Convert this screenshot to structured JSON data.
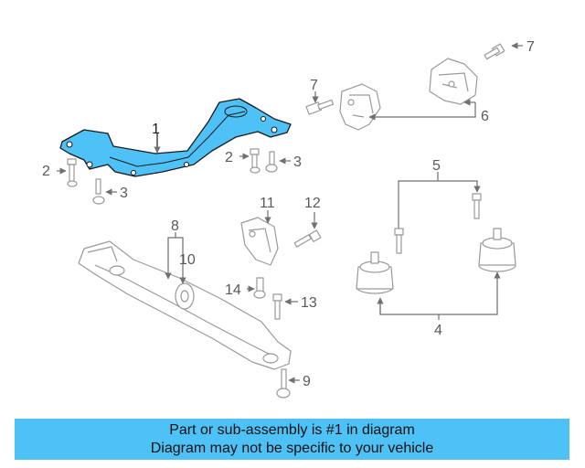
{
  "callouts": {
    "c1": "1",
    "c2a": "2",
    "c2b": "2",
    "c3a": "3",
    "c3b": "3",
    "c4": "4",
    "c5": "5",
    "c6": "6",
    "c7a": "7",
    "c7b": "7",
    "c8": "8",
    "c9": "9",
    "c10": "10",
    "c11": "11",
    "c12": "12",
    "c13": "13",
    "c14": "14"
  },
  "highlight_color": "#4ec1f6",
  "caption": {
    "line1": "Part or sub-assembly is #1 in diagram",
    "line2": "Diagram may not be specific to your vehicle"
  }
}
